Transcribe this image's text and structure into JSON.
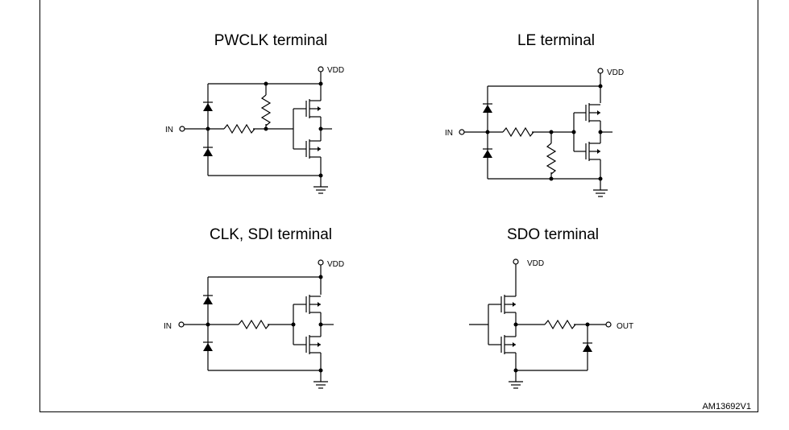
{
  "panels": [
    {
      "title": "PWCLK terminal",
      "vdd": "VDD",
      "input": "IN"
    },
    {
      "title": "LE terminal",
      "vdd": "VDD",
      "input": "IN"
    },
    {
      "title": "CLK, SDI terminal",
      "vdd": "VDD",
      "input": "IN"
    },
    {
      "title": "SDO terminal",
      "vdd": "VDD",
      "output": "OUT"
    }
  ],
  "figure_id": "AM13692V1"
}
